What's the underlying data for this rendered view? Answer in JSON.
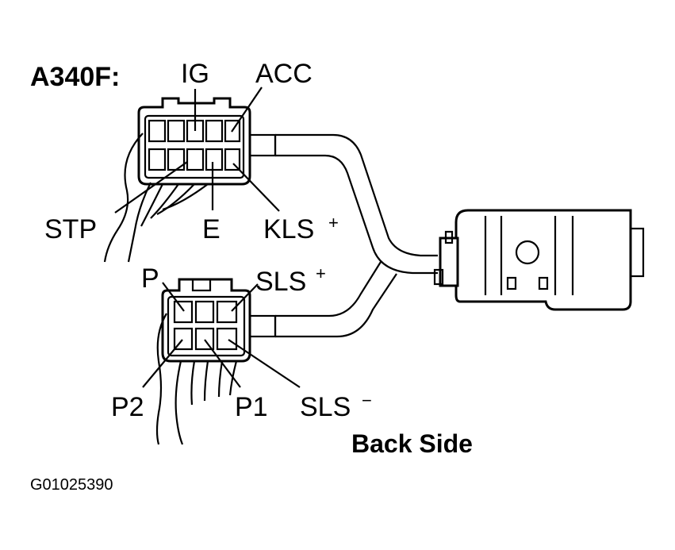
{
  "diagram": {
    "title": "A340F:",
    "subtitle": "Back Side",
    "figure_code": "G01025390",
    "upper_connector": {
      "labels": {
        "ig": "IG",
        "acc": "ACC",
        "stp": "STP",
        "e": "E",
        "kls": "KLS",
        "kls_sign": "+"
      }
    },
    "lower_connector": {
      "labels": {
        "p": "P",
        "sls_pos": "SLS",
        "sls_pos_sign": "+",
        "p2": "P2",
        "p1": "P1",
        "sls_neg": "SLS",
        "sls_neg_sign": "−"
      }
    }
  }
}
